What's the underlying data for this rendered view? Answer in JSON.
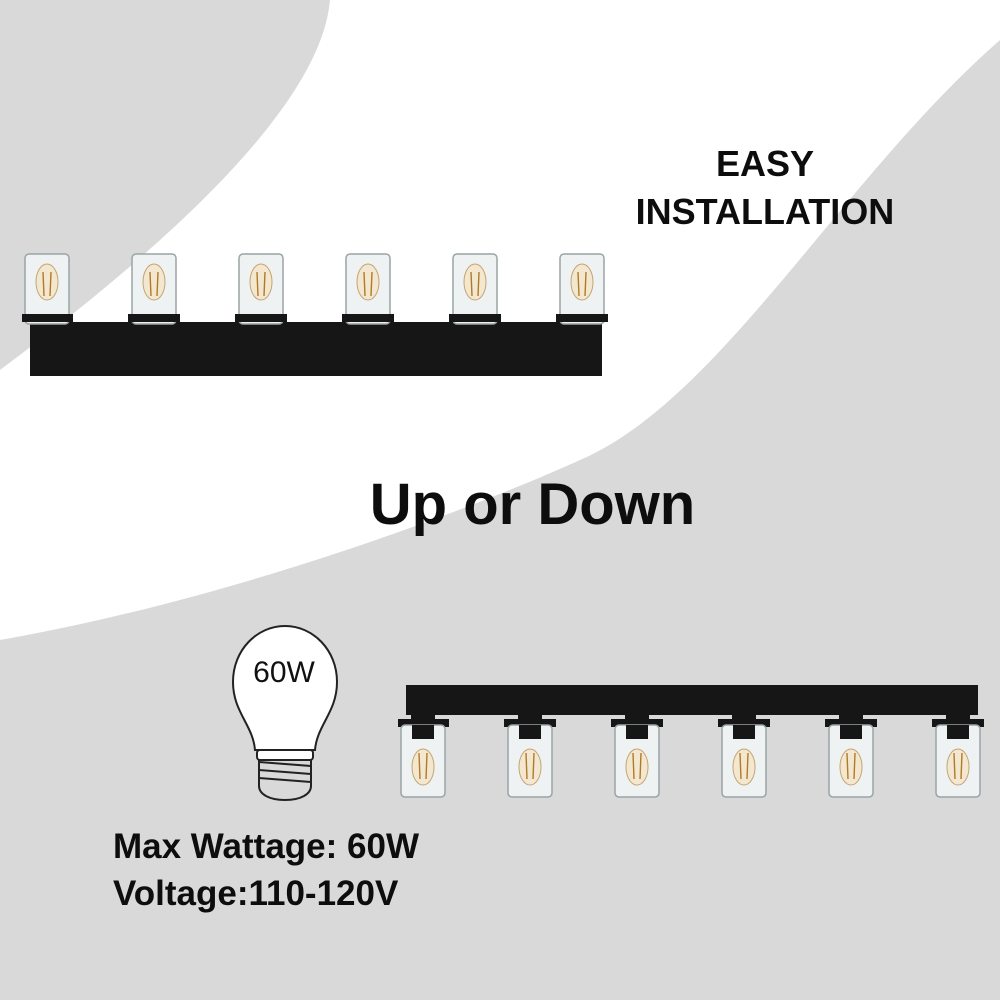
{
  "headline": {
    "line1": "EASY",
    "line2": "INSTALLATION"
  },
  "mount_mode": "Up or Down",
  "bulb_label": "60W",
  "specs": {
    "max_wattage": "Max Wattage: 60W",
    "voltage": "Voltage:110-120V"
  },
  "colors": {
    "background_light": "#ffffff",
    "background_grey": "#d9d9d9",
    "fixture_black": "#161616",
    "text": "#0d0d0d"
  },
  "fixtures": [
    {
      "name": "fixture-shades-up",
      "shade_count": 6,
      "orientation": "up"
    },
    {
      "name": "fixture-shades-down",
      "shade_count": 6,
      "orientation": "down"
    }
  ],
  "icons": [
    "light-bulb-icon"
  ]
}
